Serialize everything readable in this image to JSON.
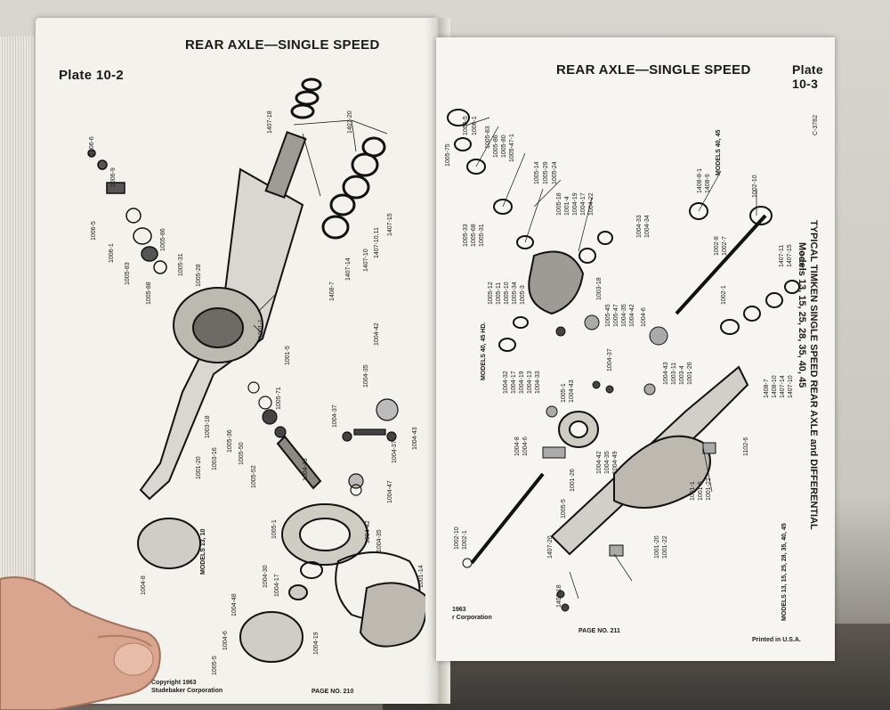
{
  "left_page": {
    "plate": "Plate 10-2",
    "title": "REAR AXLE—SINGLE SPEED",
    "copyright": [
      "Copyright 1963",
      "Studebaker Corporation"
    ],
    "page_no": "PAGE NO. 210",
    "part_labels": [
      "1006-6",
      "1006-9",
      "1006-5",
      "1006-1",
      "1005-83",
      "1005-86",
      "1005-31",
      "1005-88",
      "1005-28",
      "1407-18",
      "1407-20",
      "1407-15",
      "1407-10,11",
      "1407-10",
      "1407-14",
      "1408-7",
      "1001-1",
      "1001-5",
      "1004-42",
      "1004-35",
      "1005-71",
      "1003-18",
      "1005-36",
      "1005-50",
      "1004-37",
      "1001-20",
      "1003-16",
      "1005-52",
      "1005-1",
      "1004-43",
      "1004-47",
      "1004-42",
      "1004-35",
      "1004-37",
      "1004-43",
      "1004-8",
      "1004-30",
      "1004-17",
      "1004-48",
      "1004-6",
      "1004-19",
      "1005-5",
      "1001-14"
    ],
    "models_label": "MODELS 13, 10"
  },
  "right_page": {
    "plate": "Plate 10-3",
    "title": "REAR AXLE—SINGLE SPEED",
    "code": "C-3782",
    "side_title_line1": "TYPICAL TIMKEN SINGLE SPEED REAR AXLE and DIFFERENTIAL",
    "side_title_line2": "Models 13, 15, 25, 28, 35, 40, 45",
    "side_title_small": "MODELS 13, 15, 25, 28, 35, 40, 45",
    "models_40_45": "MODELS 40, 45",
    "models_40_45_hd": "MODELS 40, 45 HD.",
    "copyright": [
      "1963",
      "r Corporation"
    ],
    "page_no": "PAGE NO. 211",
    "printed": "Printed in U.S.A.",
    "part_labels": [
      "1006-5",
      "1006-1",
      "1005-83",
      "1005-86",
      "1005-80",
      "1005-47-1",
      "1005-75",
      "1005-14",
      "1005-29",
      "1005-24",
      "1005-33",
      "1005-68",
      "1005-31",
      "1005-18",
      "1001-4",
      "1004-19",
      "1004-17",
      "1004-22",
      "1004-33",
      "1004-34",
      "1005-12",
      "1005-11",
      "1005-10",
      "1005-34",
      "1005-3",
      "1003-18",
      "1005-45",
      "1005-47",
      "1004-35",
      "1004-42",
      "1004-6",
      "1004-32",
      "1004-17",
      "1004-19",
      "1004-13",
      "1004-33",
      "1005-1",
      "1004-43",
      "1004-37",
      "1004-43",
      "1003-11",
      "1003-4",
      "1001-26",
      "1004-8",
      "1004-6",
      "1004-42",
      "1004-35",
      "1004-49",
      "1001-26",
      "1005-5",
      "1002-10",
      "1002-1",
      "1407-20",
      "1407-18",
      "1001-20",
      "1001-22",
      "1001-1",
      "1001-5",
      "1001-22",
      "1102-6",
      "1408-7",
      "1408-10",
      "1407-14",
      "1407-10",
      "1407-11",
      "1407-15",
      "1408-8",
      "1002-8",
      "1002-7",
      "1002-10",
      "1408-8-1",
      "1408-9",
      "1002-1"
    ]
  }
}
